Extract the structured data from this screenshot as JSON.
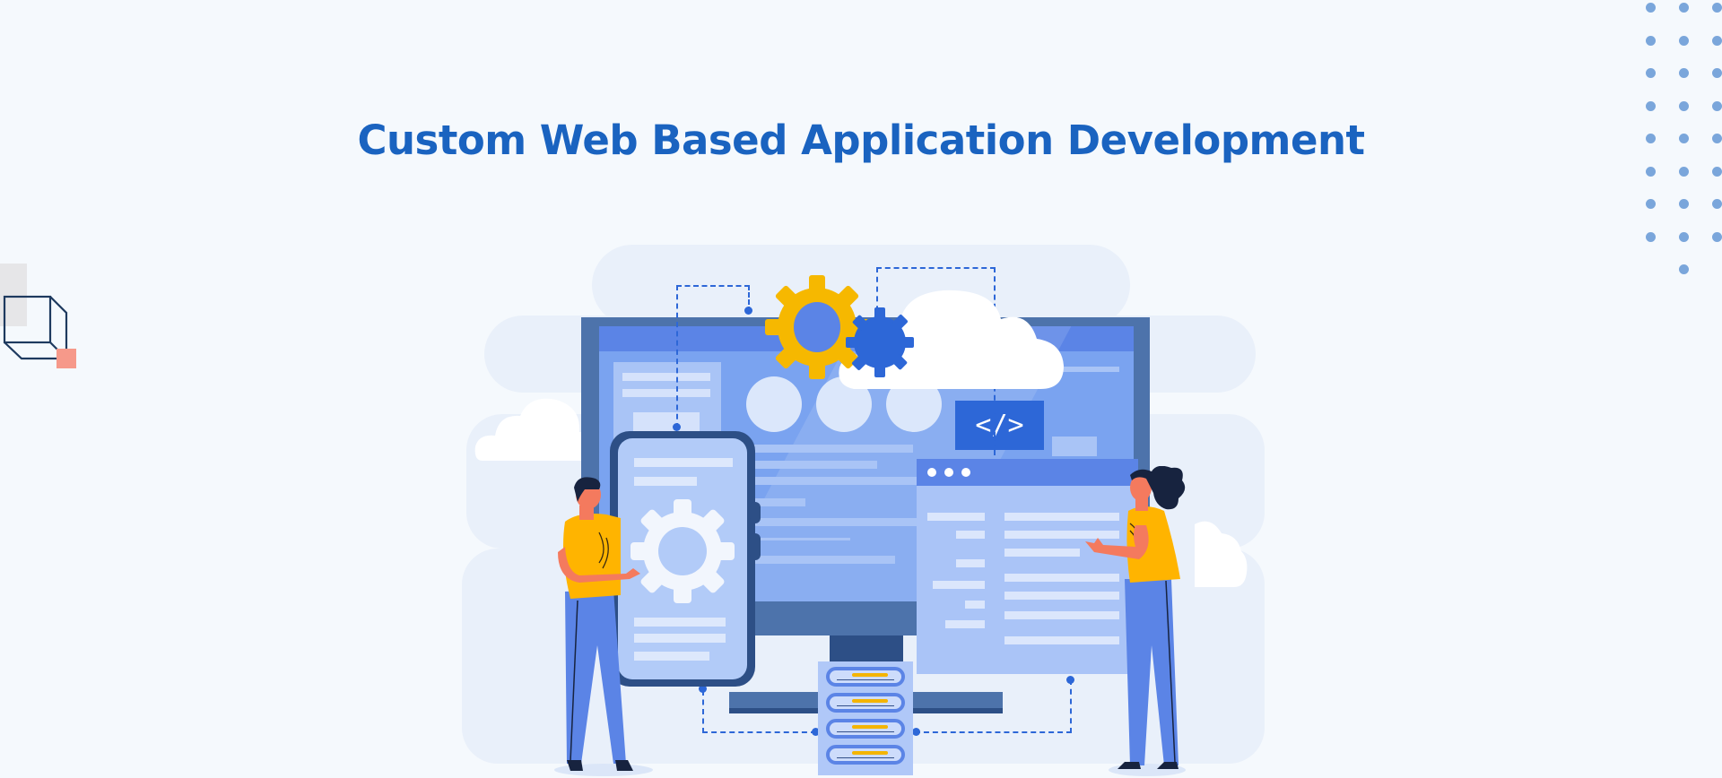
{
  "page": {
    "title": "Custom Web Based Application Development",
    "background_color": "#f5f9fd",
    "title_color": "#1a63c0"
  },
  "decorations": {
    "dot_grid": {
      "icon": "dot-grid-icon",
      "color": "#7aa6db",
      "columns": 3,
      "rows": 8,
      "extra_dot": 1,
      "position": "top-right"
    },
    "cube": {
      "icon": "cube-outline-icon",
      "stroke_color": "#1e3a5f",
      "accent_color": "#f6998a",
      "position": "left"
    }
  },
  "illustration": {
    "description": "Two people presenting a desktop monitor, smartphone, browser window and server stack",
    "colors": {
      "primary_blue": "#2d67d7",
      "monitor_frame": "#4d73ab",
      "screen": "#7aa3f0",
      "gear_yellow": "#f6b800",
      "shirt_yellow": "#ffb400",
      "pants_blue": "#5b84e6",
      "skin": "#f47a5e",
      "hair": "#17233f"
    },
    "components": {
      "monitor": {
        "icon": "desktop-monitor-icon"
      },
      "code_symbol": "</>",
      "gears": [
        {
          "icon": "gear-icon",
          "color": "#f6b800"
        },
        {
          "icon": "gear-icon",
          "color": "#2d67d7"
        }
      ],
      "cloud": {
        "icon": "cloud-icon"
      },
      "phone": {
        "icon": "smartphone-icon",
        "gear_icon": "gear-icon"
      },
      "browser_window": {
        "icon": "browser-window-icon",
        "dots": 3
      },
      "server": {
        "icon": "server-stack-icon",
        "units": 4
      },
      "people": [
        {
          "name": "man-figure",
          "icon": "person-icon"
        },
        {
          "name": "woman-figure",
          "icon": "person-icon"
        }
      ]
    }
  }
}
